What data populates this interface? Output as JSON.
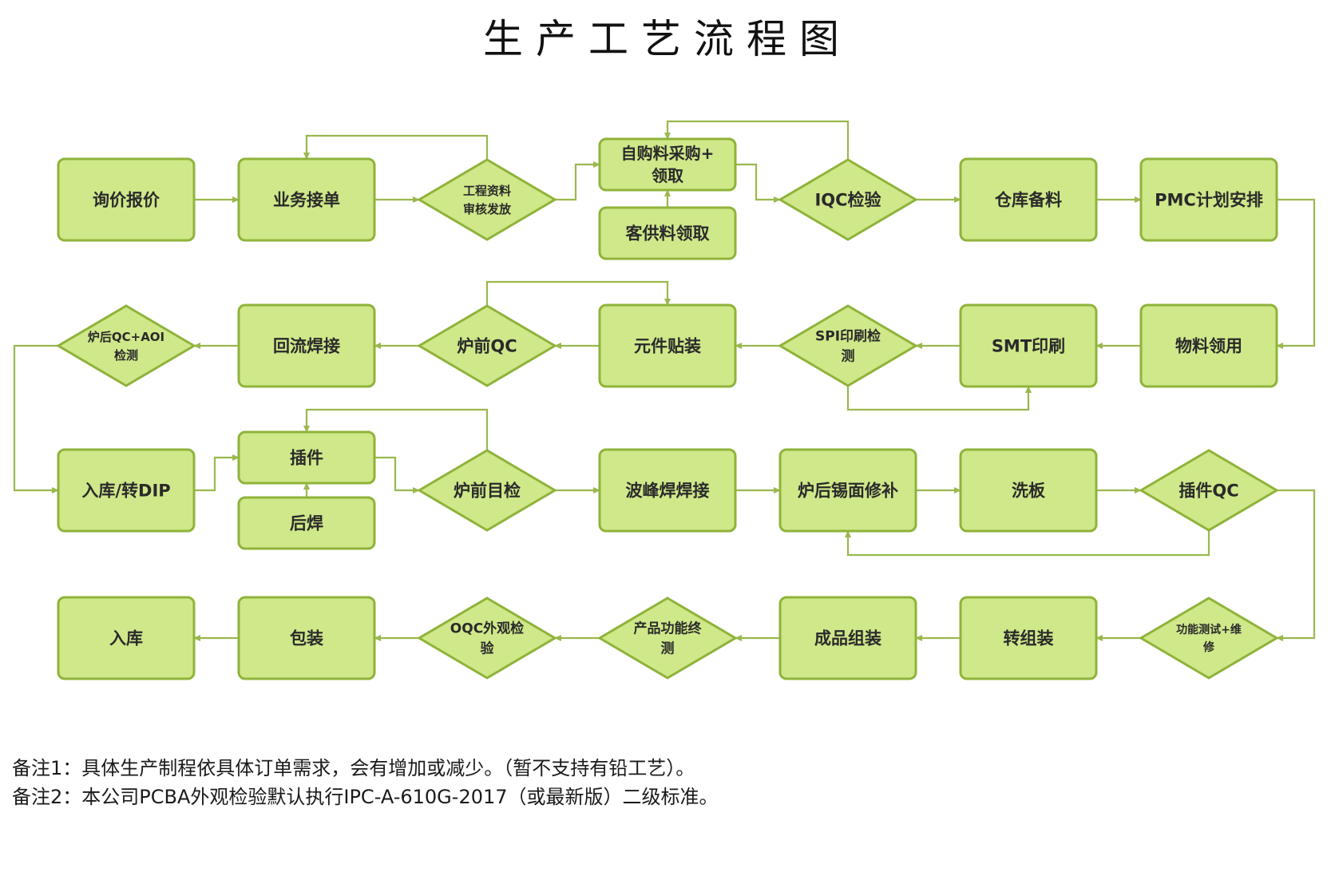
{
  "title": "生产工艺流程图",
  "colors": {
    "fill": "#cfe88a",
    "stroke": "#8fb33a",
    "connector": "#9ab84e"
  },
  "nodes": [
    {
      "id": "n1",
      "label": "询价报价",
      "shape": "box"
    },
    {
      "id": "n2",
      "label": "业务接单",
      "shape": "box"
    },
    {
      "id": "n3",
      "label": "工程资料\n审核发放",
      "shape": "diamond"
    },
    {
      "id": "n4",
      "label": "自购料采购+\n领取",
      "shape": "box"
    },
    {
      "id": "n5",
      "label": "客供料领取",
      "shape": "box"
    },
    {
      "id": "n6",
      "label": "IQC检验",
      "shape": "diamond"
    },
    {
      "id": "n7",
      "label": "仓库备料",
      "shape": "box"
    },
    {
      "id": "n8",
      "label": "PMC计划安排",
      "shape": "box"
    },
    {
      "id": "n9",
      "label": "物料领用",
      "shape": "box"
    },
    {
      "id": "n10",
      "label": "SMT印刷",
      "shape": "box"
    },
    {
      "id": "n11",
      "label": "SPI印刷检\n测",
      "shape": "diamond"
    },
    {
      "id": "n12",
      "label": "元件贴装",
      "shape": "box"
    },
    {
      "id": "n13",
      "label": "炉前QC",
      "shape": "diamond"
    },
    {
      "id": "n14",
      "label": "回流焊接",
      "shape": "box"
    },
    {
      "id": "n15",
      "label": "炉后QC+AOI\n检测",
      "shape": "diamond"
    },
    {
      "id": "n16",
      "label": "入库/转DIP",
      "shape": "box"
    },
    {
      "id": "n17",
      "label": "插件",
      "shape": "box"
    },
    {
      "id": "n18",
      "label": "后焊",
      "shape": "box"
    },
    {
      "id": "n19",
      "label": "炉前目检",
      "shape": "diamond"
    },
    {
      "id": "n20",
      "label": "波峰焊焊接",
      "shape": "box"
    },
    {
      "id": "n21",
      "label": "炉后锡面修补",
      "shape": "box"
    },
    {
      "id": "n22",
      "label": "洗板",
      "shape": "box"
    },
    {
      "id": "n23",
      "label": "插件QC",
      "shape": "diamond"
    },
    {
      "id": "n24",
      "label": "功能测试+维\n修",
      "shape": "diamond"
    },
    {
      "id": "n25",
      "label": "转组装",
      "shape": "box"
    },
    {
      "id": "n26",
      "label": "成品组装",
      "shape": "box"
    },
    {
      "id": "n27",
      "label": "产品功能终\n测",
      "shape": "diamond"
    },
    {
      "id": "n28",
      "label": "OQC外观检\n验",
      "shape": "diamond"
    },
    {
      "id": "n29",
      "label": "包装",
      "shape": "box"
    },
    {
      "id": "n30",
      "label": "入库",
      "shape": "box"
    }
  ],
  "edges": [
    {
      "from": "n1",
      "to": "n2"
    },
    {
      "from": "n2",
      "to": "n3"
    },
    {
      "from": "n3",
      "to": "n4"
    },
    {
      "from": "n3",
      "to": "n2",
      "note": "feedback"
    },
    {
      "from": "n5",
      "to": "n4"
    },
    {
      "from": "n4",
      "to": "n6"
    },
    {
      "from": "n6",
      "to": "n4",
      "note": "feedback"
    },
    {
      "from": "n6",
      "to": "n7"
    },
    {
      "from": "n7",
      "to": "n8"
    },
    {
      "from": "n8",
      "to": "n9"
    },
    {
      "from": "n9",
      "to": "n10"
    },
    {
      "from": "n10",
      "to": "n11"
    },
    {
      "from": "n11",
      "to": "n10",
      "note": "feedback"
    },
    {
      "from": "n11",
      "to": "n12"
    },
    {
      "from": "n12",
      "to": "n13"
    },
    {
      "from": "n13",
      "to": "n12",
      "note": "feedback"
    },
    {
      "from": "n13",
      "to": "n14"
    },
    {
      "from": "n14",
      "to": "n15"
    },
    {
      "from": "n15",
      "to": "n16"
    },
    {
      "from": "n16",
      "to": "n17"
    },
    {
      "from": "n18",
      "to": "n17"
    },
    {
      "from": "n17",
      "to": "n19"
    },
    {
      "from": "n19",
      "to": "n17",
      "note": "feedback"
    },
    {
      "from": "n19",
      "to": "n20"
    },
    {
      "from": "n20",
      "to": "n21"
    },
    {
      "from": "n21",
      "to": "n22"
    },
    {
      "from": "n22",
      "to": "n23"
    },
    {
      "from": "n23",
      "to": "n21",
      "note": "feedback"
    },
    {
      "from": "n23",
      "to": "n24"
    },
    {
      "from": "n24",
      "to": "n25"
    },
    {
      "from": "n25",
      "to": "n26"
    },
    {
      "from": "n26",
      "to": "n27"
    },
    {
      "from": "n27",
      "to": "n28"
    },
    {
      "from": "n28",
      "to": "n29"
    },
    {
      "from": "n29",
      "to": "n30"
    }
  ],
  "notes": [
    "备注1：具体生产制程依具体订单需求，会有增加或减少。（暂不支持有铅工艺）。",
    "备注2：本公司PCBA外观检验默认执行IPC-A-610G-2017（或最新版）二级标准。"
  ]
}
